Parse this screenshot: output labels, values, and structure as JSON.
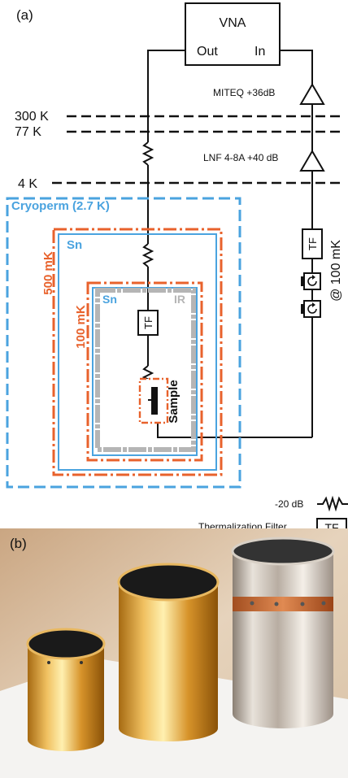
{
  "panels": {
    "a_label": "(a)",
    "b_label": "(b)"
  },
  "vna": {
    "title": "VNA",
    "out_label": "Out",
    "in_label": "In"
  },
  "amplifiers": {
    "room_temp": "MITEQ +36dB",
    "cryo": "LNF 4-8A +40 dB"
  },
  "temperature_stages": [
    "300 K",
    "77 K",
    "4 K"
  ],
  "shields": {
    "cryoperm": "Cryoperm (2.7 K)",
    "sn_outer": "Sn",
    "stage_500mk": "500 mK",
    "stage_100mk": "100 mK",
    "sn_inner": "Sn",
    "ir": "IR"
  },
  "components": {
    "tf_label": "TF",
    "sample_label": "Sample",
    "isolator_stage": "@ 100 mK"
  },
  "legend": {
    "attenuator_label": "-20 dB",
    "filter_label": "Thermalization Filter",
    "filter_symbol": "TF"
  },
  "colors": {
    "cryoperm": "#4aa3df",
    "orange": "#e8622c",
    "ir_gray": "#b5b5b5",
    "sn_blue": "#4aa3df"
  }
}
